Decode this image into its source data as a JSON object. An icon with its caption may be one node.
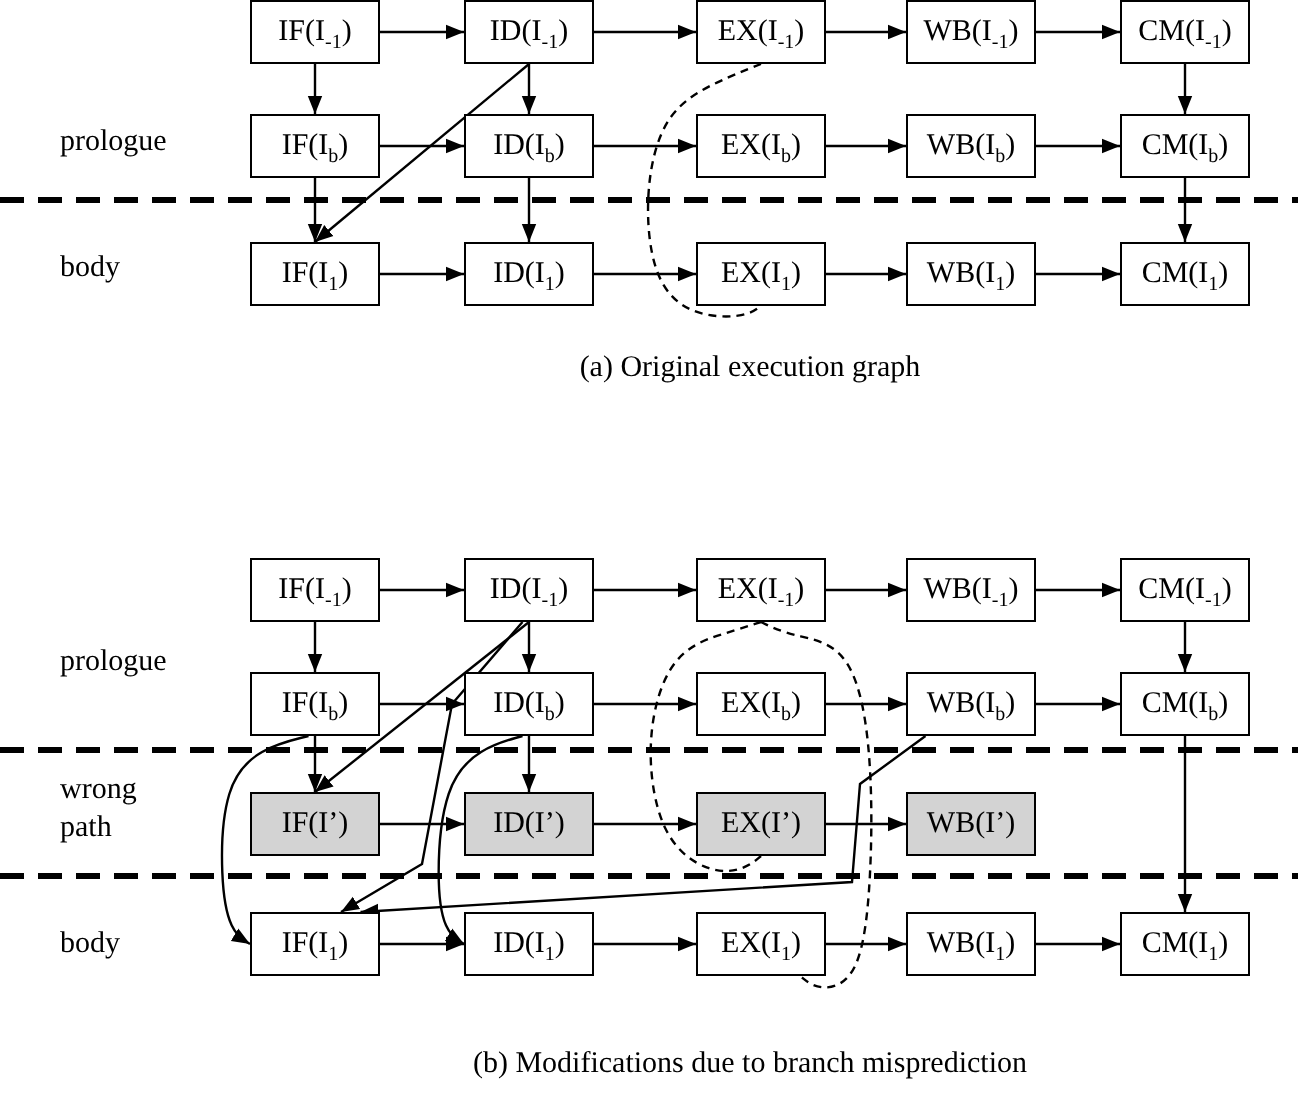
{
  "diagram": {
    "nodes": [
      {
        "text": [
          "IF(I$_{-1}$)"
        ]
      },
      {
        "text": [
          "ID(I$_{-1}$)"
        ]
      },
      {
        "text": [
          "EX(I$_{-1}$)"
        ]
      },
      {
        "text": [
          "WB(I$_{-1}$)"
        ]
      },
      {
        "text": [
          "CM(I$_{-1}$)"
        ]
      },
      {
        "text": [
          "IF(I$_{b}$)"
        ]
      },
      {
        "text": [
          "ID(I$_{b}$)"
        ]
      },
      {
        "text": [
          "EX(I$_{b}$)"
        ]
      },
      {
        "text": [
          "WB(I$_{b}$)"
        ]
      },
      {
        "text": [
          "CM(I$_{b}$)"
        ]
      },
      {
        "text": [
          "IF(I$_{1}$)"
        ]
      },
      {
        "text": [
          "ID(I$_{1}$)"
        ]
      },
      {
        "text": [
          "EX(I$_{1}$)"
        ]
      },
      {
        "text": [
          "WB(I$_{1}$)"
        ]
      },
      {
        "text": [
          "CM(I$_{1}$)"
        ]
      },
      {
        "text": [
          "IF(I$_{-1}$)"
        ]
      },
      {
        "text": [
          "ID(I$_{-1}$)"
        ]
      },
      {
        "text": [
          "EX(I$_{-1}$)"
        ]
      },
      {
        "text": [
          "WB(I$_{-1}$)"
        ]
      },
      {
        "text": [
          "CM(I$_{-1}$)"
        ]
      },
      {
        "text": [
          "IF(I$_{b}$)"
        ]
      },
      {
        "text": [
          "ID(I$_{b}$)"
        ]
      },
      {
        "text": [
          "EX(I$_{b}$)"
        ]
      },
      {
        "text": [
          "WB(I$_{b}$)"
        ]
      },
      {
        "text": [
          "CM(I$_{b}$)"
        ]
      },
      {
        "text": [
          "IF(I’)"
        ]
      },
      {
        "text": [
          "ID(I’)"
        ]
      },
      {
        "text": [
          "EX(I’)"
        ]
      },
      {
        "text": [
          "WB(I’)"
        ]
      },
      {
        "text": [
          "IF(I$_{1}$)"
        ]
      },
      {
        "text": [
          "ID(I$_{1}$)"
        ]
      },
      {
        "text": [
          "EX(I$_{1}$)"
        ]
      },
      {
        "text": [
          "WB(I$_{1}$)"
        ]
      },
      {
        "text": [
          "CM(I$_{1}$)"
        ]
      }
    ],
    "edges": [
      {
        "from": 0,
        "to": 1,
        "arrow": "to"
      },
      {
        "from": 1,
        "to": 2,
        "arrow": "to"
      },
      {
        "from": 2,
        "to": 3,
        "arrow": "to"
      },
      {
        "from": 3,
        "to": 4,
        "arrow": "to"
      },
      {
        "from": 5,
        "to": 6,
        "arrow": "to"
      },
      {
        "from": 6,
        "to": 7,
        "arrow": "to"
      },
      {
        "from": 7,
        "to": 8,
        "arrow": "to"
      },
      {
        "from": 8,
        "to": 9,
        "arrow": "to"
      },
      {
        "from": 10,
        "to": 11,
        "arrow": "to"
      },
      {
        "from": 11,
        "to": 12,
        "arrow": "to"
      },
      {
        "from": 12,
        "to": 13,
        "arrow": "to"
      },
      {
        "from": 13,
        "to": 14,
        "arrow": "to"
      },
      {
        "from": 0,
        "to": 5,
        "arrow": "to"
      },
      {
        "from": 1,
        "to": 6,
        "arrow": "to"
      },
      {
        "from": 4,
        "to": 9,
        "arrow": "to"
      },
      {
        "from": 5,
        "to": 10,
        "arrow": "to"
      },
      {
        "from": 6,
        "to": 11,
        "arrow": "to"
      },
      {
        "from": 9,
        "to": 14,
        "arrow": "to"
      },
      {
        "from": 1,
        "to": 10,
        "arrow": "to"
      },
      {
        "from": 2,
        "to": 12,
        "arrow": "none",
        "style": "dashed"
      },
      {
        "from": 15,
        "to": 16,
        "arrow": "to"
      },
      {
        "from": 16,
        "to": 17,
        "arrow": "to"
      },
      {
        "from": 17,
        "to": 18,
        "arrow": "to"
      },
      {
        "from": 18,
        "to": 19,
        "arrow": "to"
      },
      {
        "from": 20,
        "to": 21,
        "arrow": "to"
      },
      {
        "from": 21,
        "to": 22,
        "arrow": "to"
      },
      {
        "from": 22,
        "to": 23,
        "arrow": "to"
      },
      {
        "from": 23,
        "to": 24,
        "arrow": "to"
      },
      {
        "from": 25,
        "to": 26,
        "arrow": "to"
      },
      {
        "from": 26,
        "to": 27,
        "arrow": "to"
      },
      {
        "from": 27,
        "to": 28,
        "arrow": "to"
      },
      {
        "from": 29,
        "to": 30,
        "arrow": "to"
      },
      {
        "from": 30,
        "to": 31,
        "arrow": "to"
      },
      {
        "from": 31,
        "to": 32,
        "arrow": "to"
      },
      {
        "from": 32,
        "to": 33,
        "arrow": "to"
      },
      {
        "from": 15,
        "to": 20,
        "arrow": "to"
      },
      {
        "from": 16,
        "to": 21,
        "arrow": "to"
      },
      {
        "from": 19,
        "to": 24,
        "arrow": "to"
      },
      {
        "from": 20,
        "to": 25,
        "arrow": "to"
      },
      {
        "from": 21,
        "to": 26,
        "arrow": "to"
      },
      {
        "from": 24,
        "to": 33,
        "arrow": "to"
      },
      {
        "from": 16,
        "to": 25,
        "arrow": "to"
      },
      {
        "from": 16,
        "to": 29,
        "arrow": "to"
      },
      {
        "from": 23,
        "to": 29,
        "arrow": "to"
      },
      {
        "from": 20,
        "to": 29,
        "arrow": "to"
      },
      {
        "from": 21,
        "to": 30,
        "arrow": "to"
      },
      {
        "from": 17,
        "to": 27,
        "arrow": "none",
        "style": "dashed"
      },
      {
        "from": 17,
        "to": 31,
        "arrow": "none",
        "style": "dashed"
      }
    ],
    "labels": [
      "prologue",
      "body",
      "(a) Original execution graph",
      "prologue",
      "wrong path",
      "body",
      "(b) Modifications due to branch misprediction"
    ]
  }
}
